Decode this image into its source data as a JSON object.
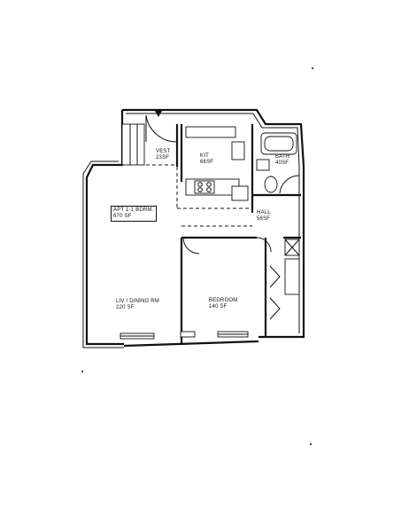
{
  "unit_tag": {
    "line1": "APT 1-1 BDRM.",
    "line2": "670 SF"
  },
  "rooms": [
    {
      "id": "vest",
      "name": "VEST",
      "area": "23SF"
    },
    {
      "id": "kit",
      "name": "KIT",
      "area": "66SF"
    },
    {
      "id": "bath",
      "name": "BATH",
      "area": "40SF"
    },
    {
      "id": "hall",
      "name": "HALL",
      "area": "56SF"
    },
    {
      "id": "living",
      "name": "LIV / DINING RM",
      "area": "220 SF"
    },
    {
      "id": "bedroom",
      "name": "BEDROOM",
      "area": "140 SF"
    }
  ]
}
